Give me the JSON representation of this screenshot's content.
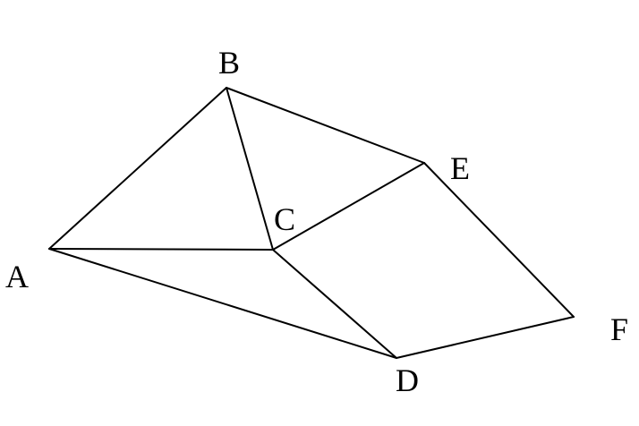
{
  "diagram": {
    "points": {
      "A": {
        "label": "A"
      },
      "B": {
        "label": "B"
      },
      "C": {
        "label": "C"
      },
      "D": {
        "label": "D"
      },
      "E": {
        "label": "E"
      },
      "F": {
        "label": "F"
      }
    },
    "segments": [
      [
        "A",
        "B"
      ],
      [
        "B",
        "E"
      ],
      [
        "B",
        "C"
      ],
      [
        "A",
        "C"
      ],
      [
        "C",
        "E"
      ],
      [
        "A",
        "D"
      ],
      [
        "C",
        "D"
      ],
      [
        "E",
        "F"
      ],
      [
        "D",
        "F"
      ]
    ],
    "line_color": "#000000",
    "background": "#ffffff"
  }
}
